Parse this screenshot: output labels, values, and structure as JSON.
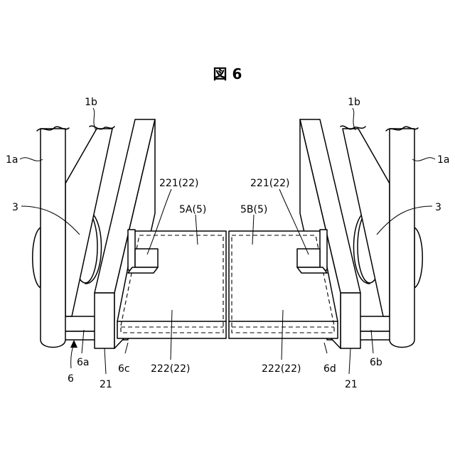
{
  "figure": {
    "title": "図 6",
    "labels": {
      "l_1b": "1b",
      "r_1b": "1b",
      "l_1a": "1a",
      "r_1a": "1a",
      "l_3": "3",
      "r_3": "3",
      "l_221": "221(22)",
      "r_221": "221(22)",
      "l_5": "5A(5)",
      "r_5": "5B(5)",
      "l_222": "222(22)",
      "r_222": "222(22)",
      "l_6a": "6a",
      "r_6b": "6b",
      "l_6": "6",
      "l_6c": "6c",
      "r_6d": "6d",
      "l_21": "21",
      "r_21": "21"
    }
  }
}
